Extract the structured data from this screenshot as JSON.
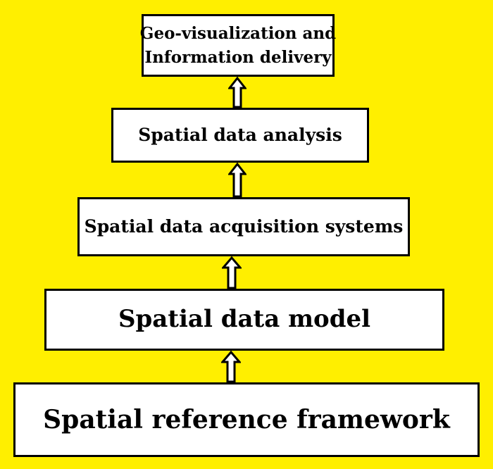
{
  "diagram": {
    "background_color": "#ffef00",
    "box_color": "#ffffff",
    "stroke_color": "#000000",
    "levels": [
      {
        "id": "geo-visualization",
        "lines": [
          "Geo-visualization and",
          "Information delivery"
        ]
      },
      {
        "id": "spatial-data-analysis",
        "lines": [
          "Spatial data analysis"
        ]
      },
      {
        "id": "spatial-data-acquisition",
        "lines": [
          "Spatial data acquisition systems"
        ]
      },
      {
        "id": "spatial-data-model",
        "lines": [
          "Spatial data model"
        ]
      },
      {
        "id": "spatial-reference-framework",
        "lines": [
          "Spatial reference framework"
        ]
      }
    ],
    "arrows": [
      {
        "from": "spatial-data-analysis",
        "to": "geo-visualization",
        "icon": "hollow-up-arrow"
      },
      {
        "from": "spatial-data-acquisition",
        "to": "spatial-data-analysis",
        "icon": "hollow-up-arrow"
      },
      {
        "from": "spatial-data-model",
        "to": "spatial-data-acquisition",
        "icon": "hollow-up-arrow"
      },
      {
        "from": "spatial-reference-framework",
        "to": "spatial-data-model",
        "icon": "hollow-up-arrow"
      }
    ]
  }
}
